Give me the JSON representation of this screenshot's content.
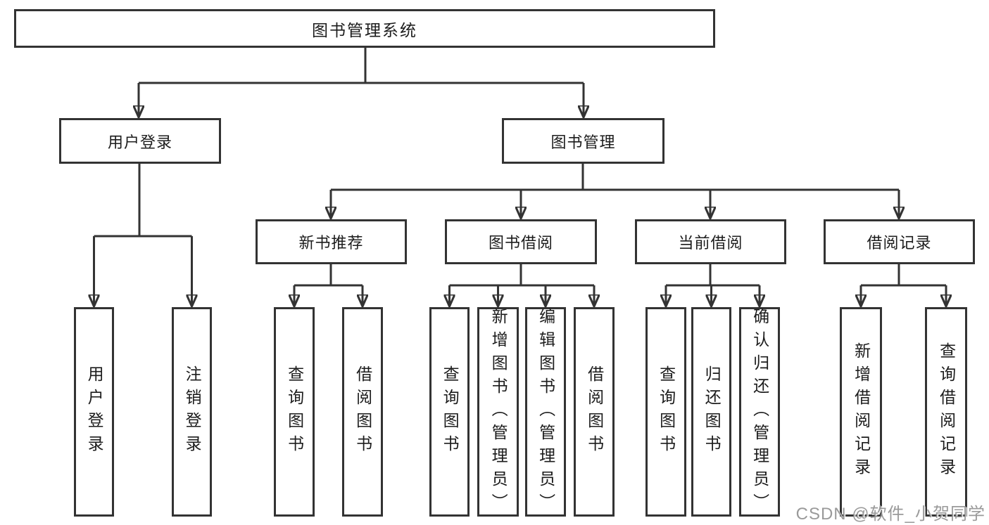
{
  "diagram": {
    "root": {
      "label": "图书管理系统"
    },
    "branches": [
      {
        "label": "用户登录",
        "children": [
          {
            "label": "用户登录"
          },
          {
            "label": "注销登录"
          }
        ]
      },
      {
        "label": "图书管理",
        "sections": [
          {
            "label": "新书推荐",
            "children": [
              {
                "label": "查询图书"
              },
              {
                "label": "借阅图书"
              }
            ]
          },
          {
            "label": "图书借阅",
            "children": [
              {
                "label": "查询图书"
              },
              {
                "label": "新增图书（管理员）"
              },
              {
                "label": "编辑图书（管理员）"
              },
              {
                "label": "借阅图书"
              }
            ]
          },
          {
            "label": "当前借阅",
            "children": [
              {
                "label": "查询图书"
              },
              {
                "label": "归还图书"
              },
              {
                "label": "确认归还（管理员）"
              }
            ]
          },
          {
            "label": "借阅记录",
            "children": [
              {
                "label": "新增借阅记录"
              },
              {
                "label": "查询借阅记录"
              }
            ]
          }
        ]
      }
    ]
  },
  "watermark": {
    "text": "CSDN @软件_小贺同学"
  },
  "colors": {
    "line": "#333333",
    "text": "#1c1c1c",
    "background": "#ffffff",
    "watermark": "#8c8c8c"
  }
}
